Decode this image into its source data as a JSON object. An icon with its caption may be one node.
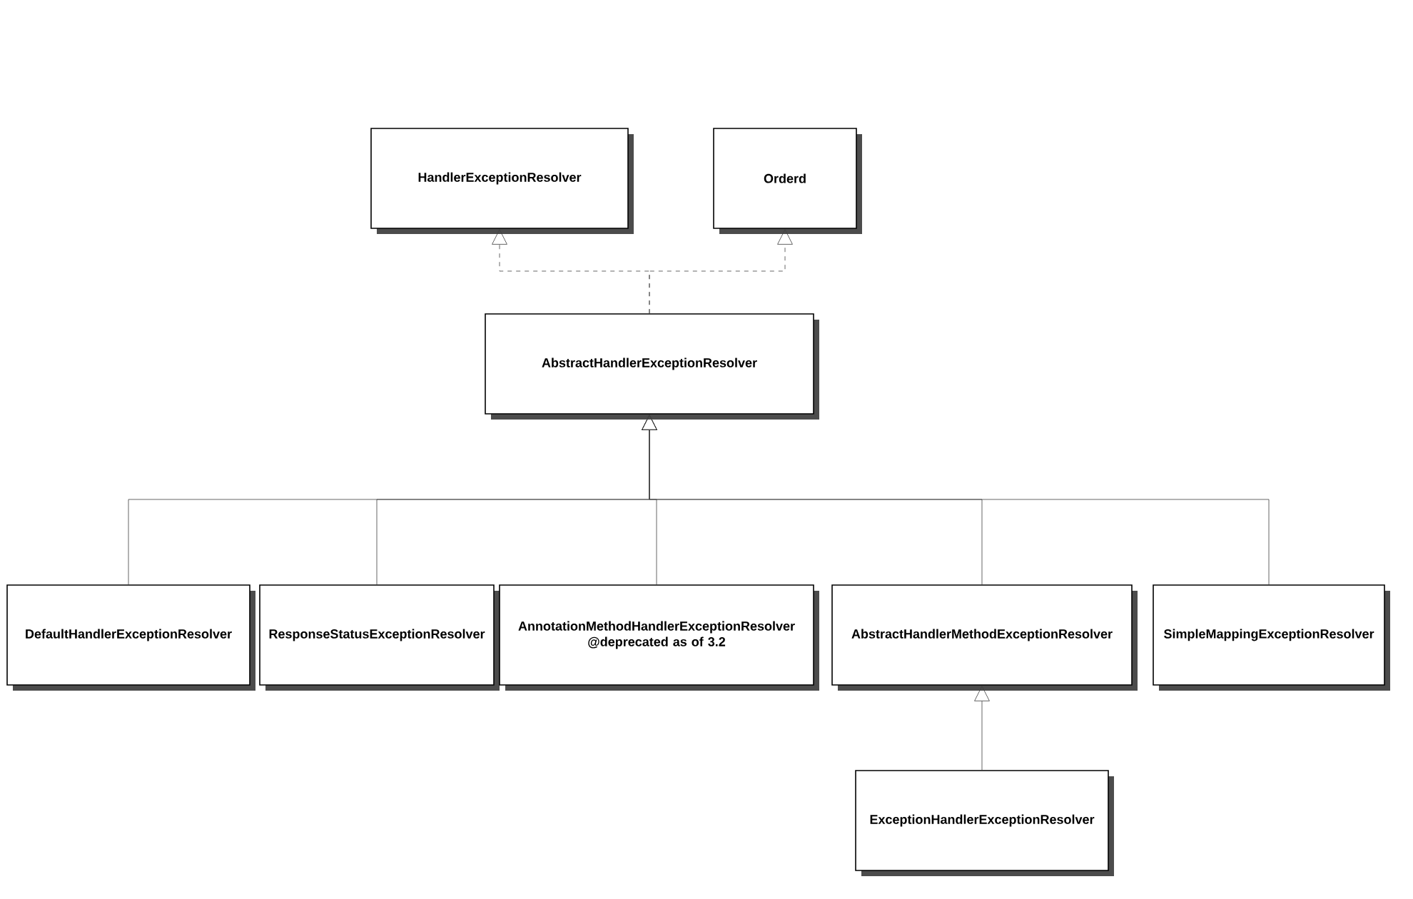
{
  "diagram": {
    "nodes": [
      {
        "text": [
          "HandlerExceptionResolver"
        ]
      },
      {
        "text": [
          "Orderd"
        ]
      },
      {
        "text": [
          "AbstractHandlerExceptionResolver"
        ]
      },
      {
        "text": [
          "DefaultHandlerExceptionResolver"
        ]
      },
      {
        "text": [
          "ResponseStatusExceptionResolver"
        ]
      },
      {
        "text": [
          "AnnotationMethodHandlerExceptionResolver",
          "@deprecated as of 3.2"
        ]
      },
      {
        "text": [
          "AbstractHandlerMethodExceptionResolver"
        ]
      },
      {
        "text": [
          "SimpleMappingExceptionResolver"
        ]
      },
      {
        "text": [
          "ExceptionHandlerExceptionResolver"
        ]
      }
    ],
    "edges": [
      {
        "from": 2,
        "to": 0,
        "arrow": "to",
        "style": "dashed"
      },
      {
        "from": 2,
        "to": 1,
        "arrow": "to",
        "style": "dashed"
      },
      {
        "from": 3,
        "to": 2,
        "arrow": "to"
      },
      {
        "from": 4,
        "to": 2,
        "arrow": "to"
      },
      {
        "from": 5,
        "to": 2,
        "arrow": "to"
      },
      {
        "from": 6,
        "to": 2,
        "arrow": "to"
      },
      {
        "from": 7,
        "to": 2,
        "arrow": "to"
      },
      {
        "from": 8,
        "to": 6,
        "arrow": "to"
      }
    ]
  }
}
